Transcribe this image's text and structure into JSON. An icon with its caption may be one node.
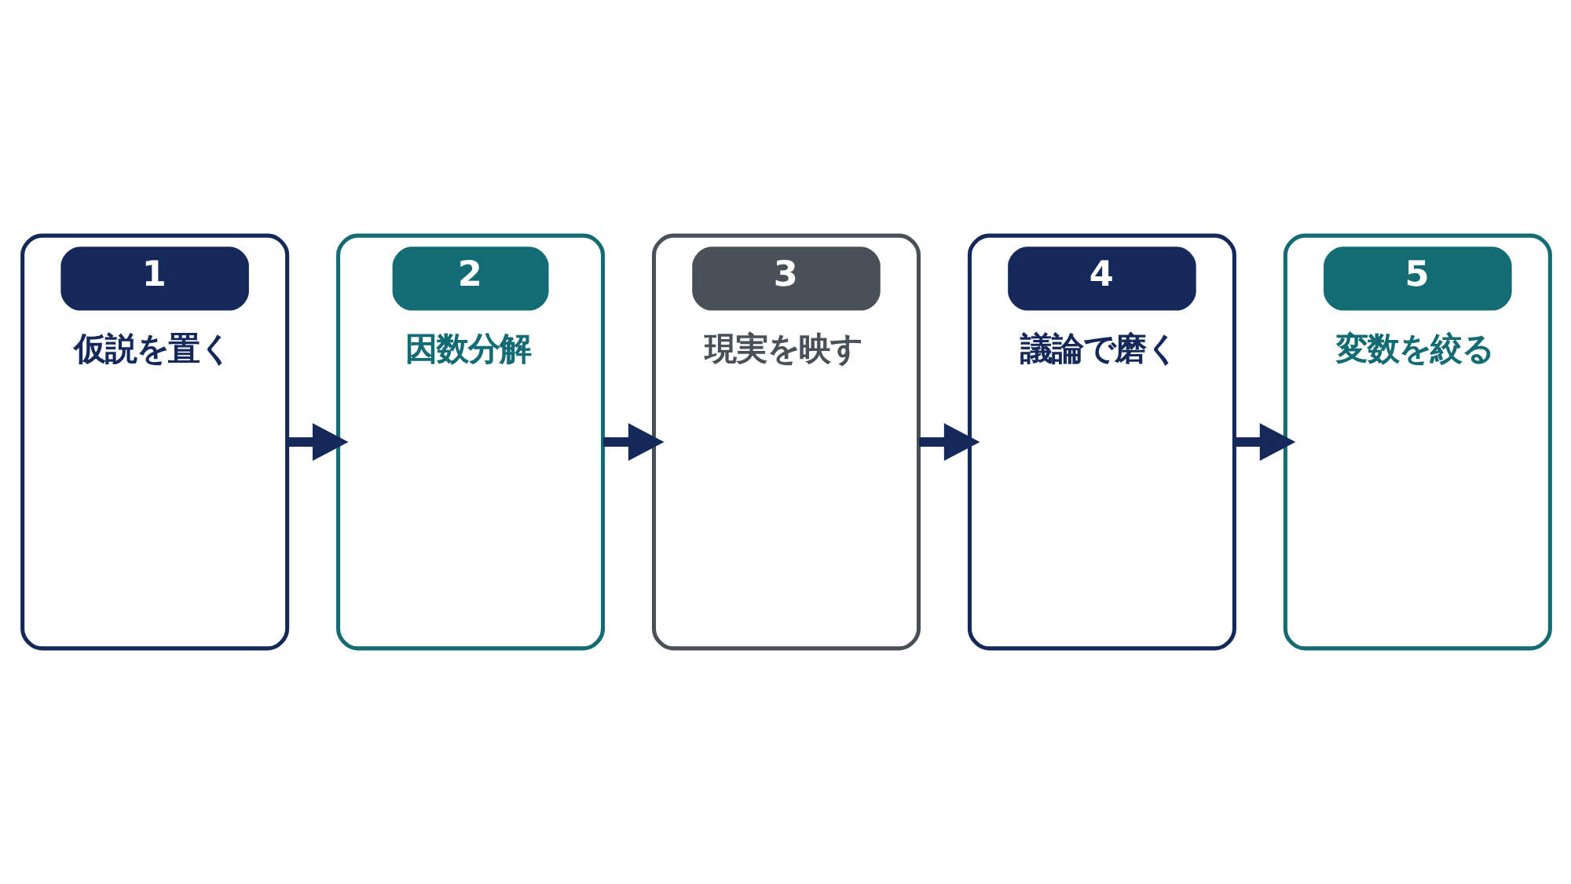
{
  "diagram": {
    "nodes": [
      {
        "text": [
          "1",
          "仮説を置く"
        ]
      },
      {
        "text": [
          "2",
          "因数分解"
        ]
      },
      {
        "text": [
          "3",
          "現実を映す"
        ]
      },
      {
        "text": [
          "4",
          "議論で磨く"
        ]
      },
      {
        "text": [
          "5",
          "変数を絞る"
        ]
      }
    ],
    "edges": [
      {
        "from": 0,
        "to": 1,
        "arrow": "to"
      },
      {
        "from": 1,
        "to": 2,
        "arrow": "to"
      },
      {
        "from": 2,
        "to": 3,
        "arrow": "to"
      },
      {
        "from": 3,
        "to": 4,
        "arrow": "to"
      }
    ]
  }
}
